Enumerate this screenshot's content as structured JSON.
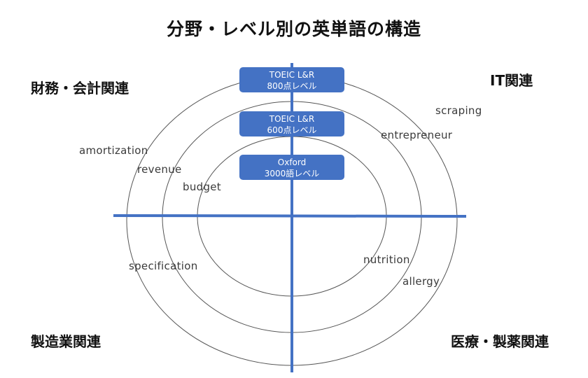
{
  "title": "分野・レベル別の英単語の構造",
  "colors": {
    "axis": "#4472c4",
    "level_box": "#4472c4",
    "level_text": "#ffffff",
    "ring": "#555555",
    "word_text": "#3a3a3a",
    "heading_text": "#111111"
  },
  "quadrants": {
    "top_left": "財務・会計関連",
    "top_right": "IT関連",
    "bottom_left": "製造業関連",
    "bottom_right": "医療・製薬関連"
  },
  "levels": [
    {
      "line1": "TOEIC L&R",
      "line2": "800点レベル",
      "ring": "outer"
    },
    {
      "line1": "TOEIC L&R",
      "line2": "600点レベル",
      "ring": "middle"
    },
    {
      "line1": "Oxford",
      "line2": "3000語レベル",
      "ring": "inner"
    }
  ],
  "words": [
    {
      "text": "amortization",
      "quadrant": "財務・会計関連",
      "ring": "outer"
    },
    {
      "text": "revenue",
      "quadrant": "財務・会計関連",
      "ring": "middle"
    },
    {
      "text": "budget",
      "quadrant": "財務・会計関連",
      "ring": "inner"
    },
    {
      "text": "scraping",
      "quadrant": "IT関連",
      "ring": "outer"
    },
    {
      "text": "entrepreneur",
      "quadrant": "IT関連",
      "ring": "middle"
    },
    {
      "text": "specification",
      "quadrant": "製造業関連",
      "ring": "outer"
    },
    {
      "text": "nutrition",
      "quadrant": "医療・製薬関連",
      "ring": "inner"
    },
    {
      "text": "allergy",
      "quadrant": "医療・製薬関連",
      "ring": "middle"
    }
  ]
}
